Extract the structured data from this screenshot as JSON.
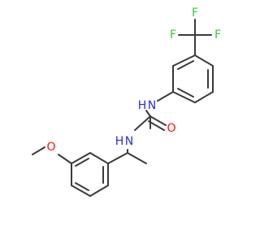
{
  "molecule": {
    "atoms": {
      "O_carbonyl": {
        "symbol": "O",
        "color": "#ff0d0d"
      },
      "NH_upper": {
        "symbol": "H",
        "color": "#2b2bd8"
      },
      "N_upper": {
        "symbol": "N",
        "color": "#2b2bd8"
      },
      "NH_lower": {
        "symbol": "H",
        "color": "#2b2bd8"
      },
      "N_lower": {
        "symbol": "N",
        "color": "#2b2bd8"
      },
      "O_methoxy": {
        "symbol": "O",
        "color": "#ff0d0d"
      },
      "F1": {
        "symbol": "F",
        "color": "#33cc33"
      },
      "F2": {
        "symbol": "F",
        "color": "#33cc33"
      },
      "F3": {
        "symbol": "F",
        "color": "#33cc33"
      }
    },
    "bond_color": "#3a3a3a"
  }
}
